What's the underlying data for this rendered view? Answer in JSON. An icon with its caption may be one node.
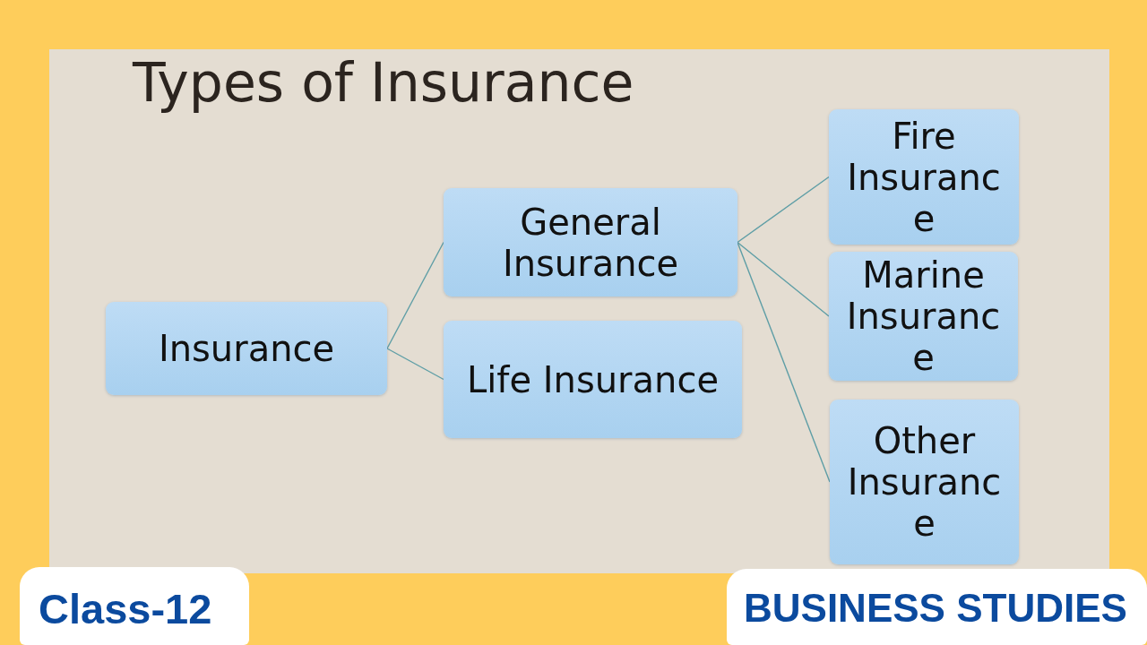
{
  "diagram": {
    "title": "Types of Insurance",
    "nodes": [
      {
        "text": [
          "Insurance"
        ]
      },
      {
        "text": [
          "General Insurance"
        ]
      },
      {
        "text": [
          "Life Insurance"
        ]
      },
      {
        "text": [
          "Fire Insurance"
        ]
      },
      {
        "text": [
          "Marine Insurance"
        ]
      },
      {
        "text": [
          "Other Insurance"
        ]
      },
      {
        "text": [
          "Class-12"
        ]
      },
      {
        "text": [
          "BUSINESS STUDIES"
        ]
      }
    ],
    "edges": [
      {
        "from": 0,
        "to": 1,
        "arrow": "none"
      },
      {
        "from": 0,
        "to": 2,
        "arrow": "none"
      },
      {
        "from": 1,
        "to": 3,
        "arrow": "none"
      },
      {
        "from": 1,
        "to": 4,
        "arrow": "none"
      },
      {
        "from": 1,
        "to": 5,
        "arrow": "none"
      }
    ]
  }
}
